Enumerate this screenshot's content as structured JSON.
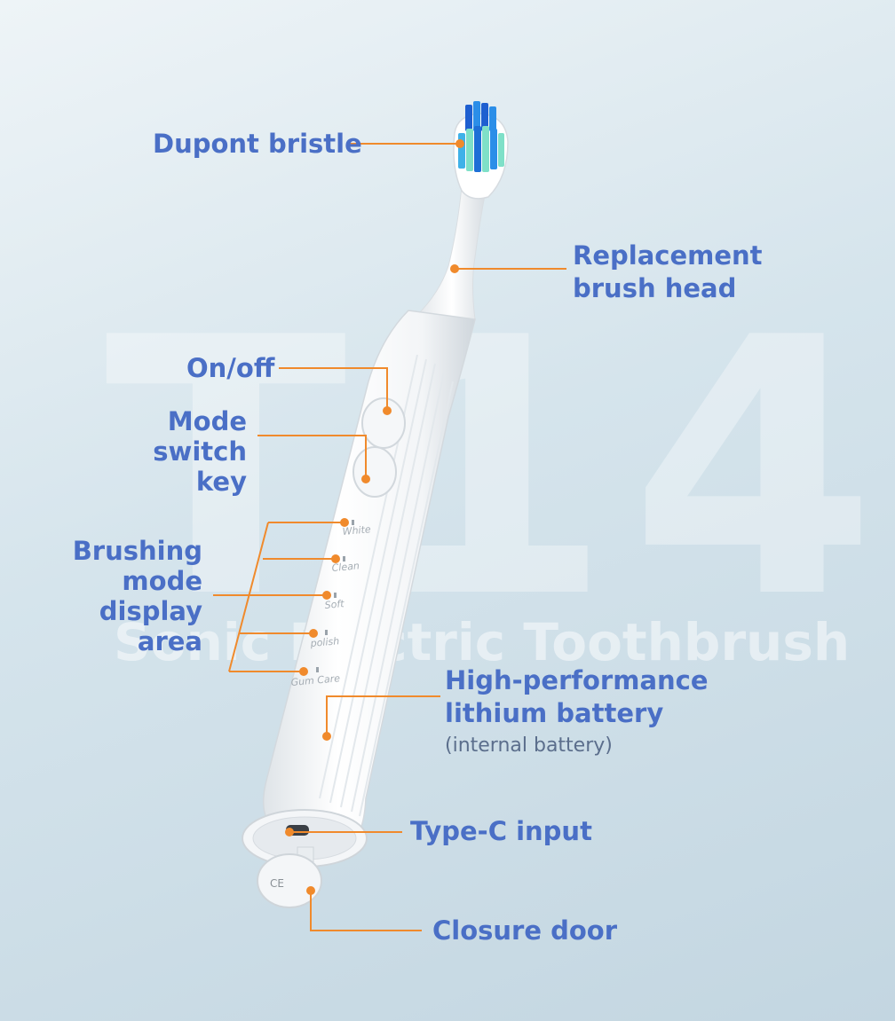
{
  "watermark": {
    "model": "T14",
    "subtitle": "Sonic Electric Toothbrush"
  },
  "callouts": {
    "dupont_bristle": "Dupont bristle",
    "replacement_line1": "Replacement",
    "replacement_line2": "brush head",
    "on_off": "On/off",
    "mode_line1": "Mode",
    "mode_line2": "switch key",
    "display_line1": "Brushing",
    "display_line2": "mode",
    "display_line3": "display",
    "display_line4": "area",
    "battery_line1": "High-performance",
    "battery_line2": "lithium battery",
    "battery_note": "(internal battery)",
    "type_c": "Type-C input",
    "closure_door": "Closure door"
  },
  "modes": [
    "White",
    "Clean",
    "Soft",
    "polish",
    "Gum Care"
  ],
  "colors": {
    "label": "#4a6fc6",
    "leader": "#f08a2c",
    "body": "#f7f8f9"
  }
}
